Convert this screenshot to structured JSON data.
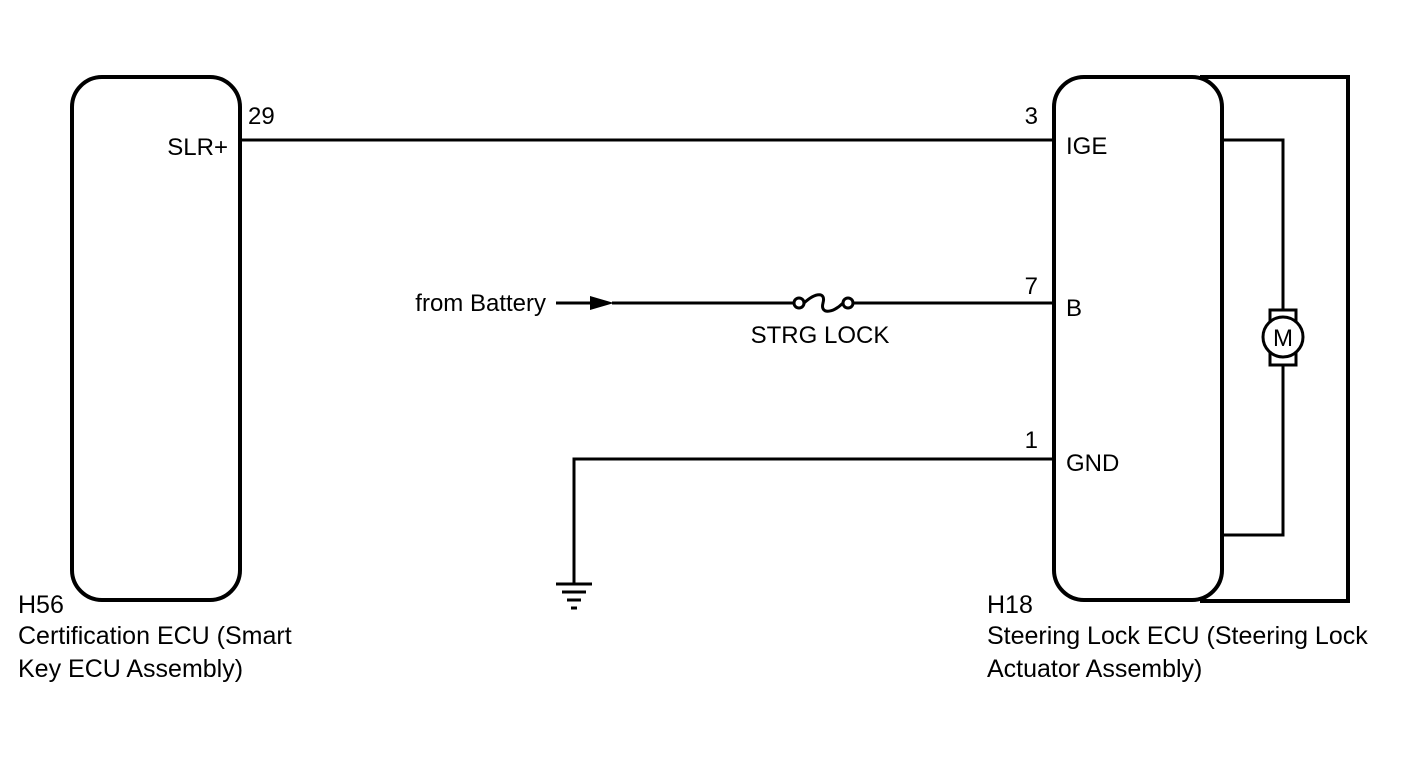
{
  "left_component": {
    "code": "H56",
    "name_line1": "Certification ECU (Smart",
    "name_line2": "Key ECU Assembly)",
    "pin_number": "29",
    "pin_name": "SLR+"
  },
  "right_component": {
    "code": "H18",
    "name_line1": "Steering Lock ECU (Steering Lock",
    "name_line2": "Actuator Assembly)",
    "pins": [
      {
        "number": "3",
        "name": "IGE"
      },
      {
        "number": "7",
        "name": "B"
      },
      {
        "number": "1",
        "name": "GND"
      }
    ]
  },
  "battery_source": "from Battery",
  "fuse_label": "STRG LOCK",
  "motor_label": "M"
}
